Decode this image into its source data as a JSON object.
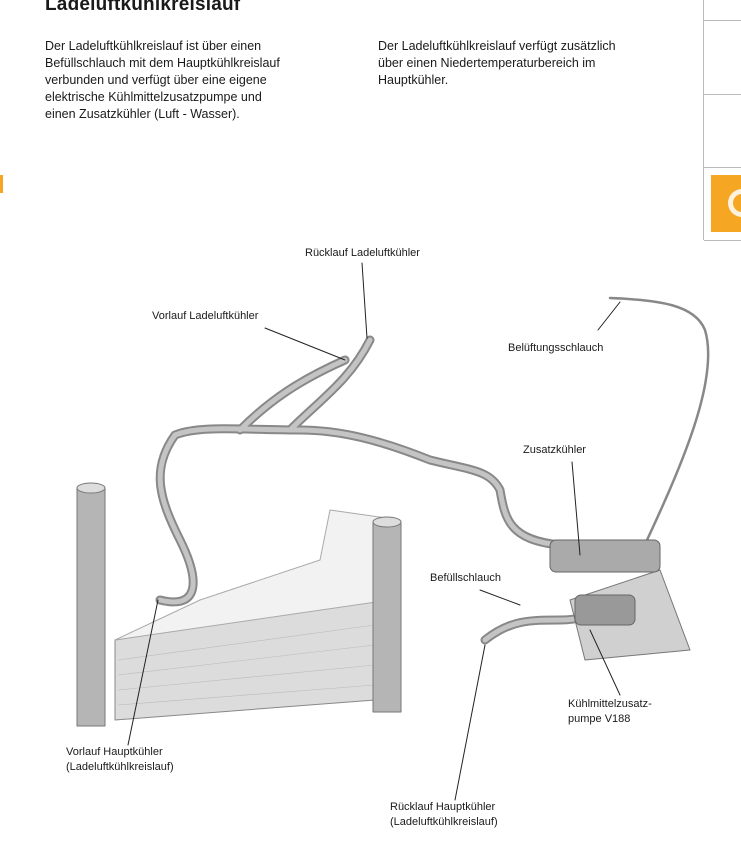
{
  "title": "Ladeluftkühlkreislauf",
  "paragraphs": [
    "Der Ladeluftkühlkreislauf ist über einen\nBefüllschlauch mit dem Hauptkühlkreislauf\nverbunden und verfügt über eine eigene\nelektrische Kühlmittelzusatzpumpe und\neinen Zusatzkühler (Luft - Wasser).",
    "Der Ladeluftkühlkreislauf verfügt zusätzlich\nüber einen Niedertemperaturbereich im\nHauptkühler."
  ],
  "labels": {
    "ruecklauf_llk": "Rücklauf Ladeluftkühler",
    "vorlauf_llk": "Vorlauf Ladeluftkühler",
    "belueftung": "Belüftungsschlauch",
    "zusatzkuehler": "Zusatzkühler",
    "befuell": "Befüllschlauch",
    "pumpe": "Kühlmittelzusatz-\npumpe V188",
    "vorlauf_hk": "Vorlauf Hauptkühler\n(Ladeluftkühlkreislauf)",
    "ruecklauf_hk": "Rücklauf Hauptkühler\n(Ladeluftkühlkreislauf)"
  },
  "colors": {
    "accent": "#f5a623",
    "pipe": "#9a9a9a"
  }
}
